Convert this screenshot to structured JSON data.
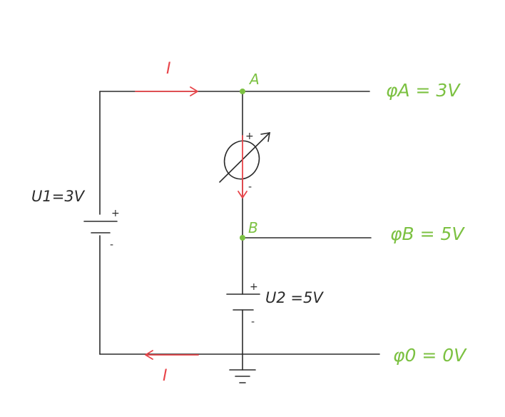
{
  "colors": {
    "wire": "#2b2b2b",
    "current": "#e8454a",
    "potential": "#7cc142",
    "node": "#7cc142"
  },
  "current_labels": {
    "top": "I",
    "bottom": "I"
  },
  "nodes": {
    "a": "A",
    "b": "B"
  },
  "potentials": {
    "a": "φA = 3V",
    "b": "φB = 5V",
    "ground": "φ0 = 0V"
  },
  "source1": {
    "label": "U1=3V",
    "plus": "+",
    "minus": "-"
  },
  "source2": {
    "label": "U2 =5V",
    "plus": "+",
    "minus": "-"
  },
  "meter": {
    "plus": "+",
    "minus": "-"
  }
}
